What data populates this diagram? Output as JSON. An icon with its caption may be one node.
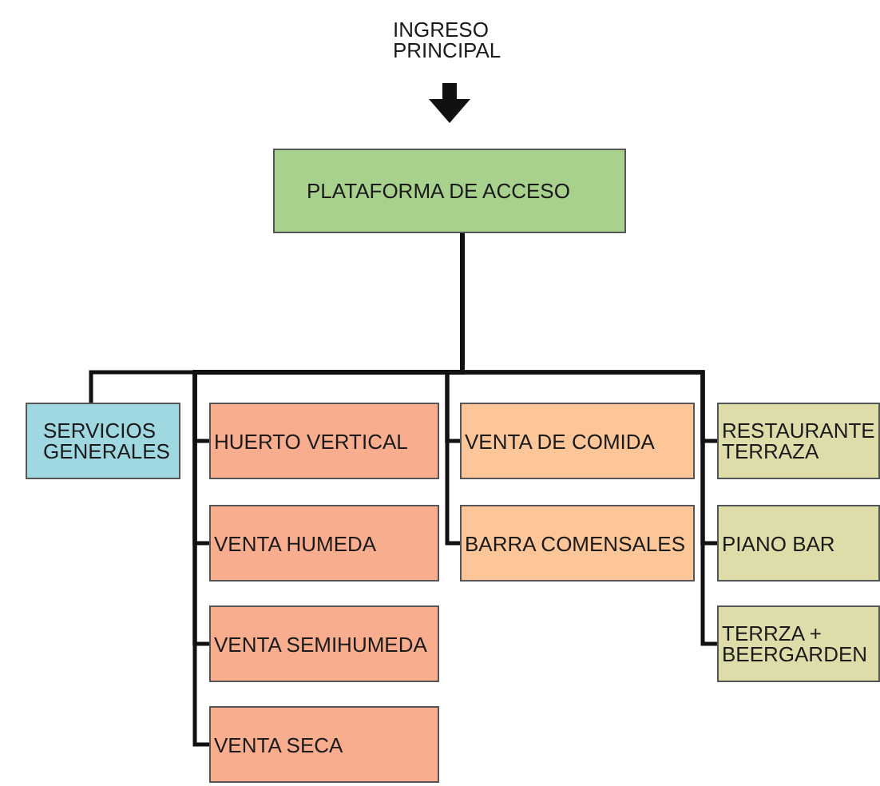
{
  "diagram": {
    "nodes": [
      {
        "text": [
          "INGRESO PRINCIPAL"
        ]
      },
      {
        "text": [
          "PLATAFORMA DE ACCESO"
        ]
      },
      {
        "text": [
          "SERVICIOS GENERALES"
        ]
      },
      {
        "text": [
          "HUERTO VERTICAL"
        ]
      },
      {
        "text": [
          "VENTA HUMEDA"
        ]
      },
      {
        "text": [
          "VENTA SEMIHUMEDA"
        ]
      },
      {
        "text": [
          "VENTA SECA"
        ]
      },
      {
        "text": [
          "VENTA DE COMIDA"
        ]
      },
      {
        "text": [
          "BARRA COMENSALES"
        ]
      },
      {
        "text": [
          "RESTAURANTE TERRAZA"
        ]
      },
      {
        "text": [
          "PIANO BAR"
        ]
      },
      {
        "text": [
          "TERRZA + BEERGARDEN"
        ]
      }
    ],
    "edges": [
      {
        "from": 0,
        "to": 1,
        "arrow": "to",
        "style": "thick"
      },
      {
        "from": 1,
        "to": 2,
        "arrow": "none"
      },
      {
        "from": 1,
        "to": 3,
        "arrow": "none"
      },
      {
        "from": 1,
        "to": 4,
        "arrow": "none"
      },
      {
        "from": 1,
        "to": 5,
        "arrow": "none"
      },
      {
        "from": 1,
        "to": 6,
        "arrow": "none"
      },
      {
        "from": 1,
        "to": 7,
        "arrow": "none"
      },
      {
        "from": 1,
        "to": 8,
        "arrow": "none"
      },
      {
        "from": 1,
        "to": 9,
        "arrow": "none"
      },
      {
        "from": 1,
        "to": 10,
        "arrow": "none"
      },
      {
        "from": 1,
        "to": 11,
        "arrow": "none"
      }
    ]
  }
}
